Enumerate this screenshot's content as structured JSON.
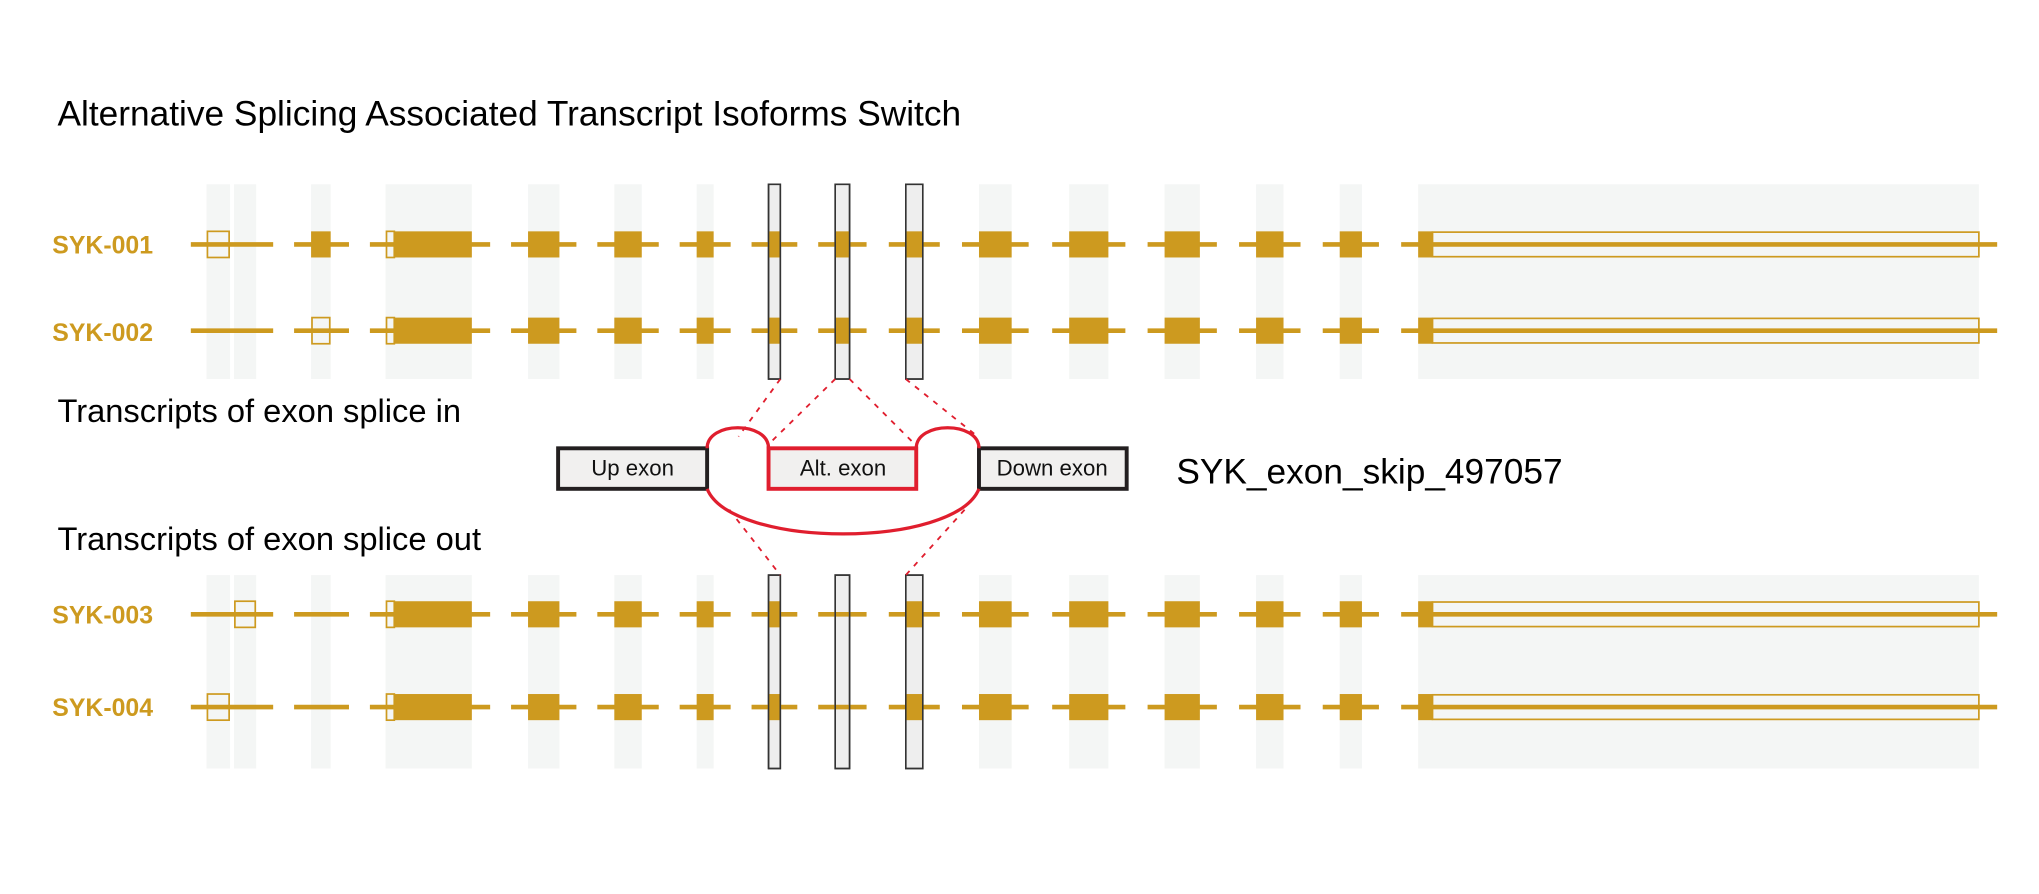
{
  "title": "Alternative Splicing Associated Transcript Isoforms Switch",
  "section_labels": {
    "splice_in": "Transcripts of exon splice in",
    "splice_out": "Transcripts of exon splice out"
  },
  "event_id": "SYK_exon_skip_497057",
  "event_diagram": {
    "up_exon": "Up exon",
    "alt_exon": "Alt. exon",
    "down_exon": "Down exon"
  },
  "colors": {
    "transcript": "#CD9A1F",
    "shade": "#F4F6F5",
    "highlight_fill": "#EEEEEE",
    "highlight_stroke": "#333333",
    "splice_red": "#E01E2E"
  },
  "exon_columns": [
    {
      "index": 1,
      "highlighted": false
    },
    {
      "index": 2,
      "highlighted": false
    },
    {
      "index": 3,
      "highlighted": false
    },
    {
      "index": 4,
      "highlighted": false
    },
    {
      "index": 5,
      "highlighted": false
    },
    {
      "index": 6,
      "highlighted": false
    },
    {
      "index": 7,
      "highlighted": false
    },
    {
      "index": 8,
      "highlighted": true,
      "role": "up exon"
    },
    {
      "index": 9,
      "highlighted": true,
      "role": "alt exon"
    },
    {
      "index": 10,
      "highlighted": true,
      "role": "down exon"
    },
    {
      "index": 11,
      "highlighted": false
    },
    {
      "index": 12,
      "highlighted": false
    },
    {
      "index": 13,
      "highlighted": false
    },
    {
      "index": 14,
      "highlighted": false
    },
    {
      "index": 15,
      "highlighted": false
    },
    {
      "index": 16,
      "highlighted": false
    }
  ],
  "transcripts": [
    {
      "name": "SYK-001",
      "group": "splice_in",
      "alt_exon_included": true,
      "utr5_exon": 1,
      "intron_skipped_start": [
        2
      ],
      "exons_present": [
        1,
        3,
        4,
        5,
        6,
        7,
        8,
        9,
        10,
        11,
        12,
        13,
        14,
        15,
        16
      ]
    },
    {
      "name": "SYK-002",
      "group": "splice_in",
      "alt_exon_included": true,
      "utr5_exon": 3,
      "exons_present": [
        3,
        4,
        5,
        6,
        7,
        8,
        9,
        10,
        11,
        12,
        13,
        14,
        15,
        16
      ]
    },
    {
      "name": "SYK-003",
      "group": "splice_out",
      "alt_exon_included": false,
      "utr5_exon": 2,
      "exons_present": [
        2,
        4,
        5,
        6,
        7,
        8,
        10,
        11,
        12,
        13,
        14,
        15,
        16
      ]
    },
    {
      "name": "SYK-004",
      "group": "splice_out",
      "alt_exon_included": false,
      "utr5_exon": 1,
      "exons_present": [
        1,
        4,
        5,
        6,
        7,
        8,
        10,
        11,
        12,
        13,
        14,
        15,
        16
      ]
    }
  ]
}
